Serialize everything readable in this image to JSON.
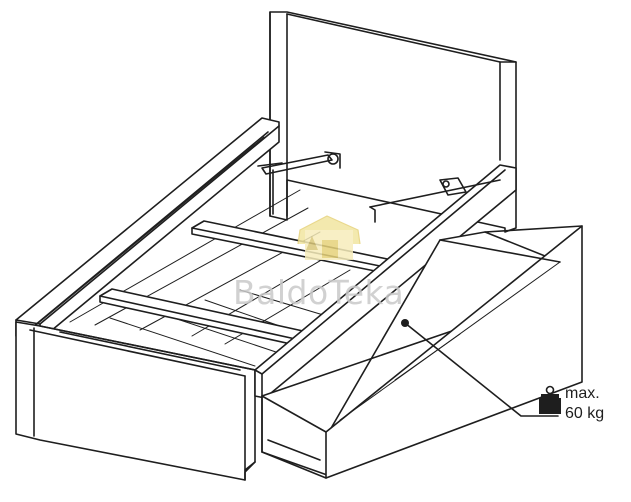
{
  "watermark": {
    "text": "BaldoTeka",
    "colors": {
      "roof": "#f2e6a0",
      "text": "#c9c9c9"
    }
  },
  "load_label": {
    "line1": "max.",
    "line2": "60 kg",
    "icon": "weight-icon"
  },
  "colors": {
    "line": "#1e1e1e",
    "background": "#ffffff"
  }
}
